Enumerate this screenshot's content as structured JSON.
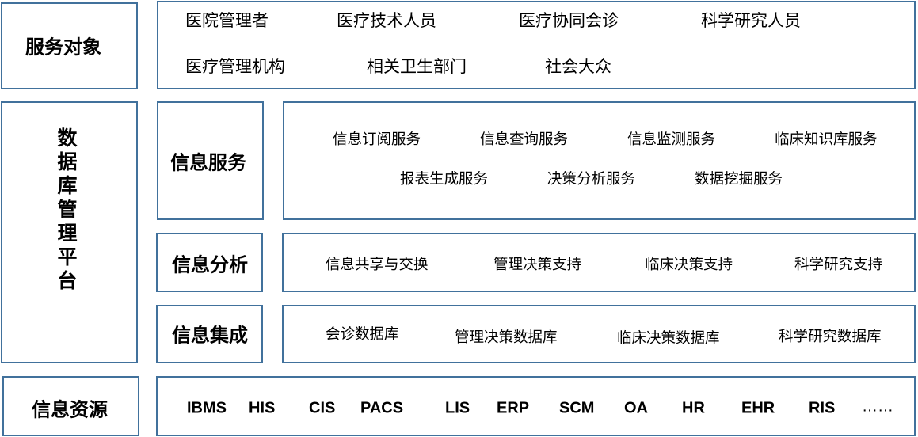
{
  "service_targets": {
    "label": "服务对象",
    "items": [
      "医院管理者",
      "医疗技术人员",
      "医疗协同会诊",
      "科学研究人员",
      "医疗管理机构",
      "相关卫生部门",
      "社会大众"
    ]
  },
  "platform": {
    "label_chars": [
      "数",
      "据",
      "库",
      "管",
      "理",
      "平",
      "台"
    ],
    "info_service": {
      "label": "信息服务",
      "items": [
        "信息订阅服务",
        "信息查询服务",
        "信息监测服务",
        "临床知识库服务",
        "报表生成服务",
        "决策分析服务",
        "数据挖掘服务"
      ]
    },
    "info_analysis": {
      "label": "信息分析",
      "items": [
        "信息共享与交换",
        "管理决策支持",
        "临床决策支持",
        "科学研究支持"
      ]
    },
    "info_integration": {
      "label": "信息集成",
      "items": [
        "会诊数据库",
        "管理决策数据库",
        "临床决策数据库",
        "科学研究数据库"
      ]
    }
  },
  "info_resources": {
    "label": "信息资源",
    "items": [
      "IBMS",
      "HIS",
      "CIS",
      "PACS",
      "LIS",
      "ERP",
      "SCM",
      "OA",
      "HR",
      "EHR",
      "RIS",
      "……"
    ]
  },
  "colors": {
    "border": "#41719C"
  }
}
